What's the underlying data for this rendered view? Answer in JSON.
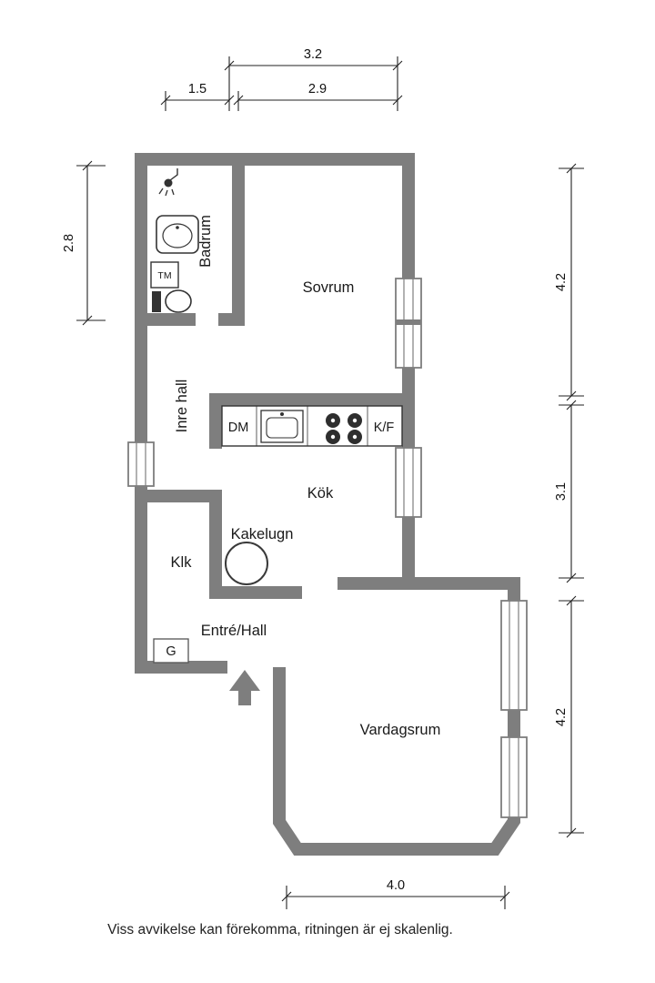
{
  "footer": {
    "disclaimer": "Viss avvikelse kan förekomma, ritningen är ej skalenlig."
  },
  "rooms": {
    "badrum": {
      "label": "Badrum"
    },
    "sovrum": {
      "label": "Sovrum"
    },
    "inre_hall": {
      "label": "Inre hall"
    },
    "kok": {
      "label": "Kök"
    },
    "klk": {
      "label": "Klk"
    },
    "entre_hall": {
      "label": "Entré/Hall"
    },
    "vardagsrum": {
      "label": "Vardagsrum"
    }
  },
  "fixtures": {
    "washing_machine": {
      "label": "TM"
    },
    "dishwasher": {
      "label": "DM"
    },
    "fridge_freezer": {
      "label": "K/F"
    },
    "tiled_stove": {
      "label": "Kakelugn"
    },
    "wardrobe": {
      "label": "G"
    }
  },
  "dimensions": {
    "top_total": "3.2",
    "top_badrum": "1.5",
    "top_sovrum": "2.9",
    "left_badrum": "2.8",
    "right_sovrum": "4.2",
    "right_kok": "3.1",
    "right_vardagsrum": "4.2",
    "bottom_vardagsrum": "4.0"
  },
  "colors": {
    "wall": "#7e7e7e",
    "line": "#222222",
    "text": "#1a1a1a",
    "background": "#ffffff"
  }
}
